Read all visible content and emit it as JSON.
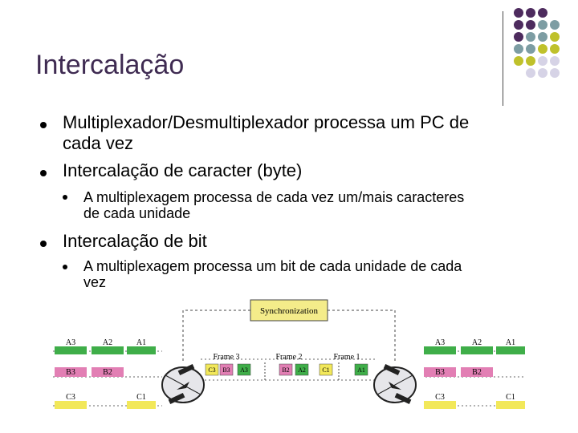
{
  "slide": {
    "title": "Intercalação",
    "bullets": [
      {
        "text": "Multiplexador/Desmultiplexador processa um PC de",
        "text2": "cada vez"
      },
      {
        "text": "Intercalação de caracter  (byte)"
      },
      {
        "text": "Intercalação de bit"
      }
    ],
    "subbullets": [
      {
        "text": "A multiplexagem processa de cada vez um/mais caracteres",
        "text2": "de cada unidade"
      },
      {
        "text": "A multiplexagem processa um bit de cada unidade de cada",
        "text2": "vez"
      }
    ]
  },
  "diagram": {
    "sync_label": "Synchronization",
    "frames": [
      "Frame 3",
      "Frame 2",
      "Frame 1"
    ],
    "left_a": [
      "A3",
      "A2",
      "A1"
    ],
    "left_b": [
      "B3",
      "B2"
    ],
    "left_c": [
      "C3",
      "C1"
    ],
    "right_a": [
      "A3",
      "A2",
      "A1"
    ],
    "right_b": [
      "B3",
      "B2"
    ],
    "right_c": [
      "C3",
      "C1"
    ],
    "frame_cells": [
      "C3",
      "B3",
      "A3",
      "B2",
      "A2",
      "C1",
      "A1"
    ],
    "colors": {
      "a": "#3fae49",
      "b": "#e27fb4",
      "c": "#f2e85a",
      "sync": "#f4ec8a"
    }
  },
  "decor": {
    "dot_colors": {
      "purple": "#4d2b5e",
      "teal": "#7d9da3",
      "olive": "#bfc12b",
      "lilac": "#d6d3e6"
    }
  }
}
